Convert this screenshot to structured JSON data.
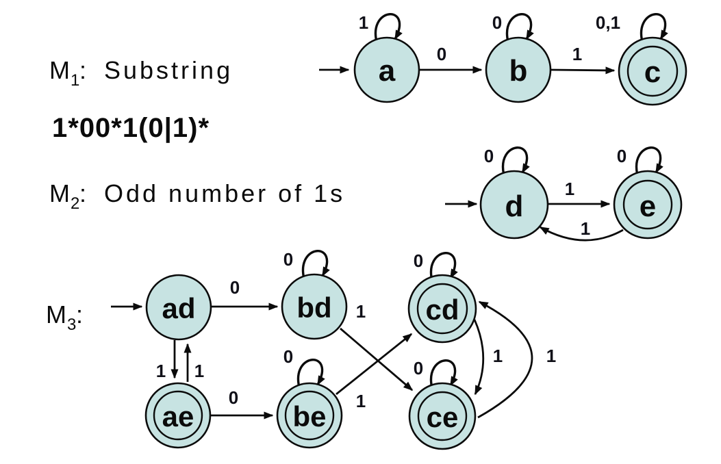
{
  "colors": {
    "state_fill": "#c7e3e2",
    "line": "#0b0b0b"
  },
  "machines": {
    "m1": {
      "prefix": "M",
      "subscript": "1",
      "colon": ":",
      "caption": "Substring",
      "regex": "1*00*1(0|1)*",
      "states": {
        "a": "a",
        "b": "b",
        "c": "c"
      },
      "edge_labels": {
        "a_self": "1",
        "b_self": "0",
        "c_self": "0,1",
        "a_to_b": "0",
        "b_to_c": "1"
      }
    },
    "m2": {
      "prefix": "M",
      "subscript": "2",
      "colon": ":",
      "caption": "Odd number of 1s",
      "states": {
        "d": "d",
        "e": "e"
      },
      "edge_labels": {
        "d_self": "0",
        "e_self": "0",
        "d_to_e": "1",
        "e_to_d": "1"
      }
    },
    "m3": {
      "prefix": "M",
      "subscript": "3",
      "colon": ":",
      "states": {
        "ad": "ad",
        "bd": "bd",
        "cd": "cd",
        "ae": "ae",
        "be": "be",
        "ce": "ce"
      },
      "edge_labels": {
        "ad_to_bd": "0",
        "ad_to_ae": "1",
        "ae_to_ad": "1",
        "ae_to_be": "0",
        "bd_self": "0",
        "be_self": "0",
        "cd_self": "0",
        "ce_self": "0",
        "bd_to_ce": "1",
        "be_to_cd": "1",
        "cd_to_ce": "1",
        "ce_to_cd": "1"
      }
    }
  }
}
